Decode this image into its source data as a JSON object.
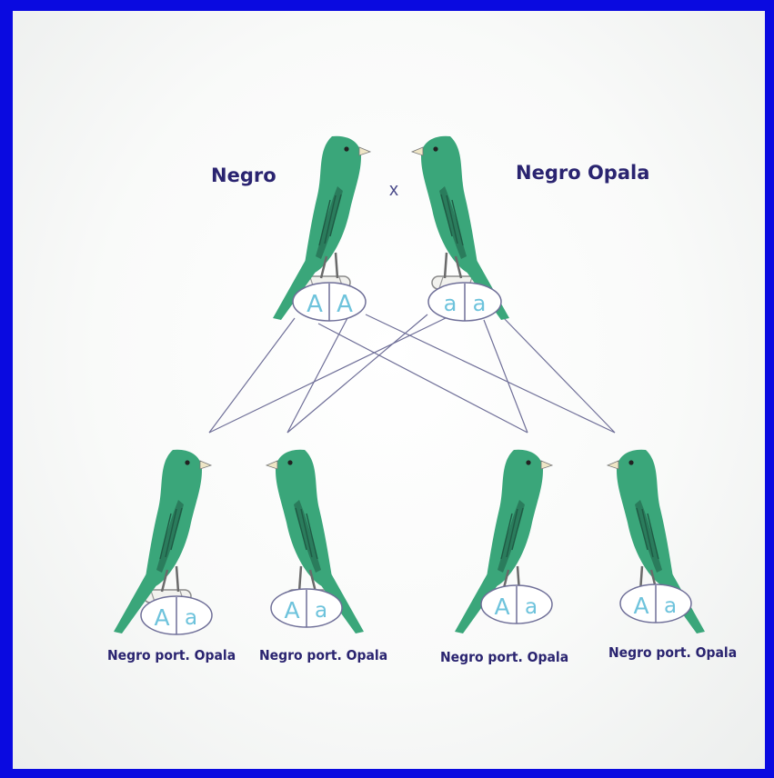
{
  "parents": [
    {
      "name": "Negro",
      "alleles": [
        "A",
        "A"
      ],
      "color": "#3aa67a"
    },
    {
      "name": "Negro Opala",
      "alleles": [
        "a",
        "a"
      ],
      "color": "#3a7fe8"
    }
  ],
  "cross_symbol": "x",
  "offspring": [
    {
      "name": "Negro port. Opala",
      "alleles": [
        "A",
        "a"
      ],
      "color": "#3aa67a"
    },
    {
      "name": "Negro port. Opala",
      "alleles": [
        "A",
        "a"
      ],
      "color": "#3aa67a"
    },
    {
      "name": "Negro port. Opala",
      "alleles": [
        "A",
        "a"
      ],
      "color": "#3aa67a"
    },
    {
      "name": "Negro port. Opala",
      "alleles": [
        "A",
        "a"
      ],
      "color": "#3aa67a"
    }
  ],
  "colors": {
    "background_border": "#0a0ae0",
    "allele": "#6ec3dc",
    "label": "#2a2470",
    "line": "#6f6f98"
  }
}
